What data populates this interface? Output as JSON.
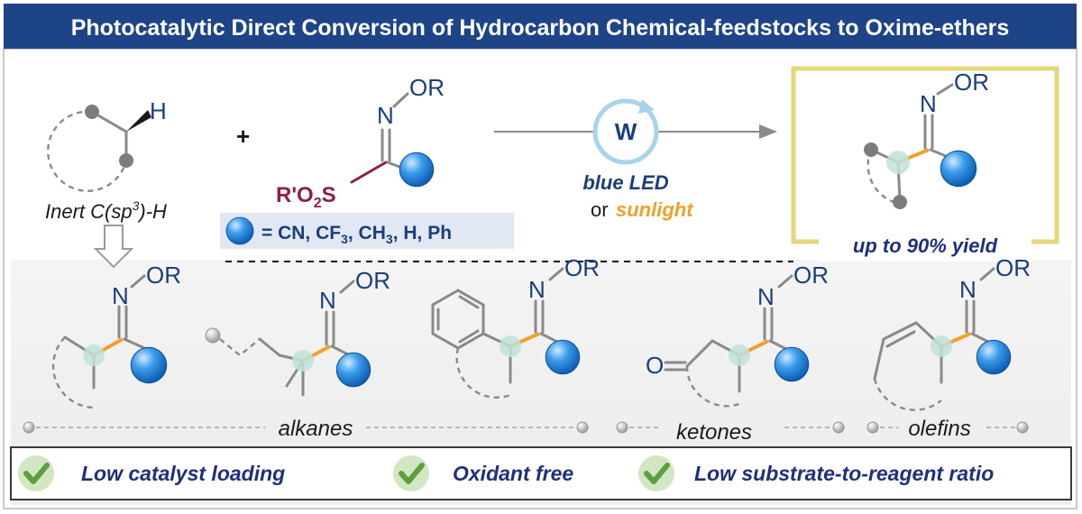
{
  "title": "Photocatalytic Direct Conversion of Hydrocarbon Chemical-feedstocks to Oxime-ethers",
  "reactant": {
    "label_prefix": "Inert C(sp",
    "label_sup": "3",
    "label_suffix": ")-H",
    "h_atom": "H"
  },
  "reagent": {
    "plus": "+",
    "n_atom": "N",
    "or_group": "OR",
    "s_prefix": "R'O",
    "s_sub": "2",
    "s_atom": "S"
  },
  "substituents": {
    "prefix": "= CN, CF",
    "sub1": "3",
    "mid": ", CH",
    "sub2": "3",
    "suffix": ", H, Ph"
  },
  "conditions": {
    "catalyst": "W",
    "line1": "blue LED",
    "or_word": "or",
    "line2": "sunlight"
  },
  "product": {
    "n_atom": "N",
    "or_group": "OR",
    "yield": "up to 90% yield"
  },
  "examples": {
    "n_atom": "N",
    "or_group": "OR",
    "ketone_o": "O",
    "cat_alkanes": "alkanes",
    "cat_ketones": "ketones",
    "cat_olefins": "olefins"
  },
  "features": [
    "Low catalyst loading",
    "Oxidant free",
    "Low substrate-to-reagent ratio"
  ],
  "colors": {
    "title_bg": "#1e4488",
    "atom": "#1a3f7a",
    "sulfur": "#8c1f4e",
    "orange": "#f0a02a",
    "blue_led": "#1a3f7a",
    "yield_box": "#e3d77a",
    "check": "#5d9f3f",
    "navy_text": "#1f2f7a"
  }
}
